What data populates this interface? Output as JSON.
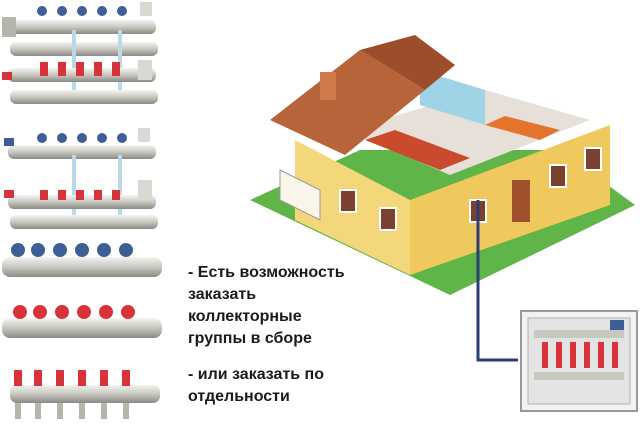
{
  "caption": {
    "line1": "- Есть возможность",
    "line2": "заказать",
    "line3": "коллекторные",
    "line4": "группы в сборе",
    "line5": "- или заказать по",
    "line6": "отдельности"
  },
  "colors": {
    "manifold_blue": "#3d5f95",
    "manifold_red": "#d8333a",
    "brass": "#d9d9d3",
    "wall": "#f3d77a",
    "roof": "#b8643a",
    "lawn": "#5fb548",
    "leader_line": "#2b3e73"
  },
  "icons": [
    "manifold-assembled-blue-icon",
    "manifold-assembled-red-icon",
    "manifold-bar-blue-icon",
    "manifold-bar-red-icon",
    "house-cutaway-icon",
    "manifold-cabinet-icon"
  ]
}
